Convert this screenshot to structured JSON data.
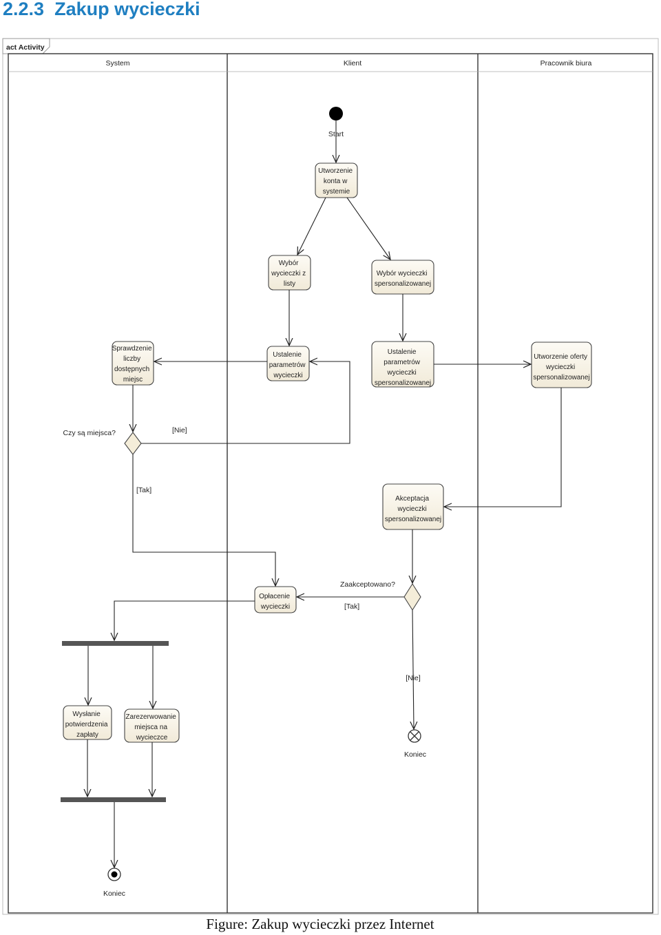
{
  "section": {
    "number": "2.2.3",
    "title": "Zakup wycieczki"
  },
  "frame_label": "act Activity",
  "lanes": [
    "System",
    "Klient",
    "Pracownik biura"
  ],
  "nodes": {
    "start": "Start",
    "end_system": "Koniec",
    "end_flow_final": "Koniec"
  },
  "activities": {
    "utworzenie_konta": [
      "Utworzenie",
      "konta w",
      "systemie"
    ],
    "wybor_z_listy": [
      "Wybór",
      "wycieczki z",
      "listy"
    ],
    "wybor_spersonalizowanej": [
      "Wybór wycieczki",
      "spersonalizowanej"
    ],
    "sprawdzenie_liczby": [
      "Sprawdzenie",
      "liczby",
      "dostępnych",
      "miejsc"
    ],
    "ustalenie_parametrow": [
      "Ustalenie",
      "parametrów",
      "wycieczki"
    ],
    "ustalenie_parametrow_sp": [
      "Ustalenie",
      "parametrów",
      "wycieczki",
      "spersonalizowanej"
    ],
    "utworzenie_oferty": [
      "Utworzenie oferty",
      "wycieczki",
      "spersonalizowanej"
    ],
    "akceptacja": [
      "Akceptacja",
      "wycieczki",
      "spersonalizowanej"
    ],
    "oplacenie": [
      "Opłacenie",
      "wycieczki"
    ],
    "wyslanie": [
      "Wysłanie",
      "potwierdzenia",
      "zapłaty"
    ],
    "zarezerwowanie": [
      "Zarezerwowanie",
      "miejsca na",
      "wycieczce"
    ]
  },
  "decisions": {
    "czy_sa_miejsca": "Czy są miejsca?",
    "zaakceptowano": "Zaakceptowano?"
  },
  "guards": {
    "miejsca_nie": "[Nie]",
    "miejsca_tak": "[Tak]",
    "akcept_tak": "[Tak]",
    "akcept_nie": "[Nie]"
  },
  "caption": "Figure: Zakup wycieczki przez Internet"
}
